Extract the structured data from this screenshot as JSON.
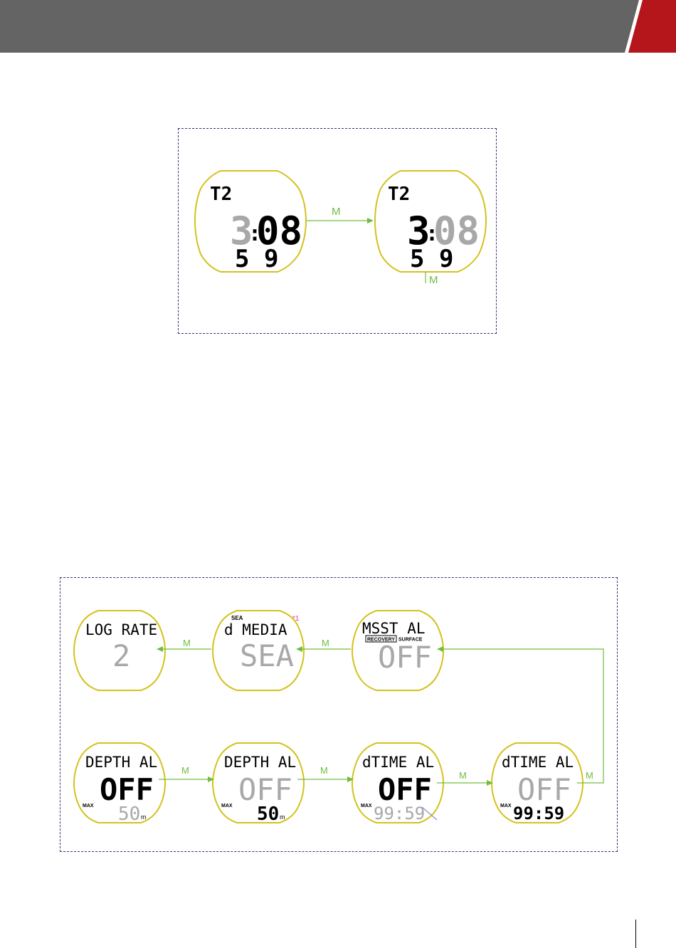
{
  "header": {
    "accent_color": "#b5161b",
    "bar_color": "#646464"
  },
  "colors": {
    "bezel": "#d4c21d",
    "arrow": "#6fbf3a",
    "dim_segment": "#a8a8a8",
    "note": "#d63a9a"
  },
  "button_label": "M",
  "diagram_top": {
    "screen_a": {
      "label": "T2",
      "hour": "3",
      "minute": "08",
      "seconds": "5 9"
    },
    "screen_b": {
      "label": "T2",
      "hour": "3",
      "minute": "08",
      "seconds": "5 9"
    }
  },
  "diagram_bottom": {
    "log_rate": {
      "title": "LOG RATE",
      "value": "2"
    },
    "d_media": {
      "small": "SEA",
      "title": "d MEDIA",
      "value": "SEA",
      "note": "*1"
    },
    "msst_al": {
      "title": "MSST AL",
      "tag_recovery": "RECOVERY",
      "tag_surface": "SURFACE",
      "value": "OFF"
    },
    "depth_al_1": {
      "title": "DEPTH AL",
      "value": "OFF",
      "max": "MAX",
      "depth": "50",
      "unit": "m"
    },
    "depth_al_2": {
      "title": "DEPTH AL",
      "value": "OFF",
      "max": "MAX",
      "depth": "50",
      "unit": "m"
    },
    "dtime_al_1": {
      "title": "dTIME AL",
      "value": "OFF",
      "max": "MAX",
      "time": "99:59"
    },
    "dtime_al_2": {
      "title": "dTIME AL",
      "value": "OFF",
      "max": "MAX",
      "time": "99:59"
    }
  }
}
